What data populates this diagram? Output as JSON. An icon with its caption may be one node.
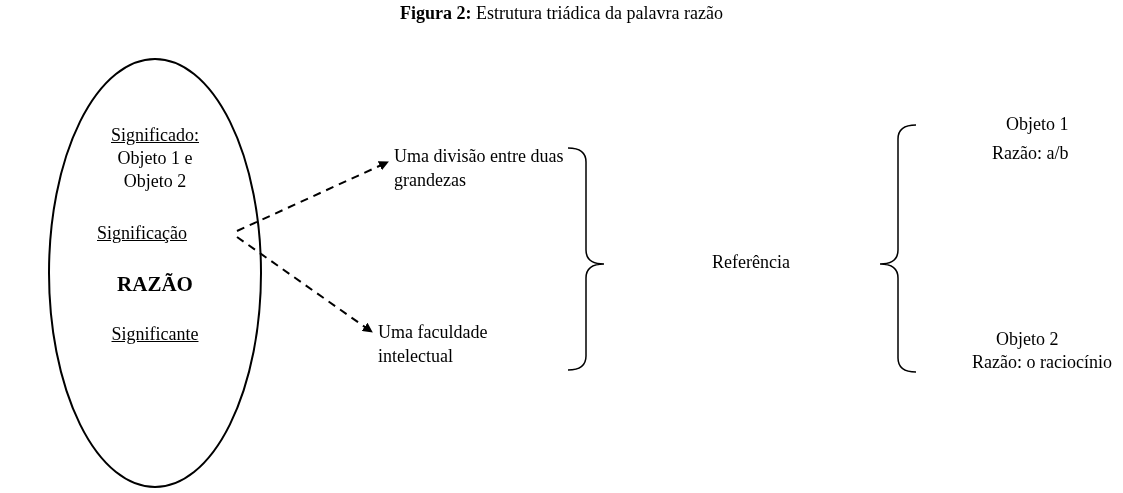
{
  "diagram": {
    "title": "**Figura 2:** Estrutura triádica da palavra razão",
    "nodes": [
      {
        "text": [
          "Significado:",
          "Objeto 1 e Objeto 2",
          "RAZÃO",
          "Significante"
        ]
      },
      {
        "text": [
          "Significação"
        ],
        "in": 0
      },
      {
        "text": [
          "Uma divisão entre duas grandezas"
        ]
      },
      {
        "text": [
          "Uma faculdade intelectual"
        ]
      }
    ],
    "edges": [
      {
        "from": 1,
        "to": 2,
        "arrow": "to",
        "style": "dashed"
      },
      {
        "from": 1,
        "to": 3,
        "arrow": "to",
        "style": "dashed"
      }
    ],
    "labels": [
      "Referência",
      "Objeto 1",
      "Razão: a/b",
      "Objeto 2",
      "Razão: o raciocínio"
    ]
  }
}
